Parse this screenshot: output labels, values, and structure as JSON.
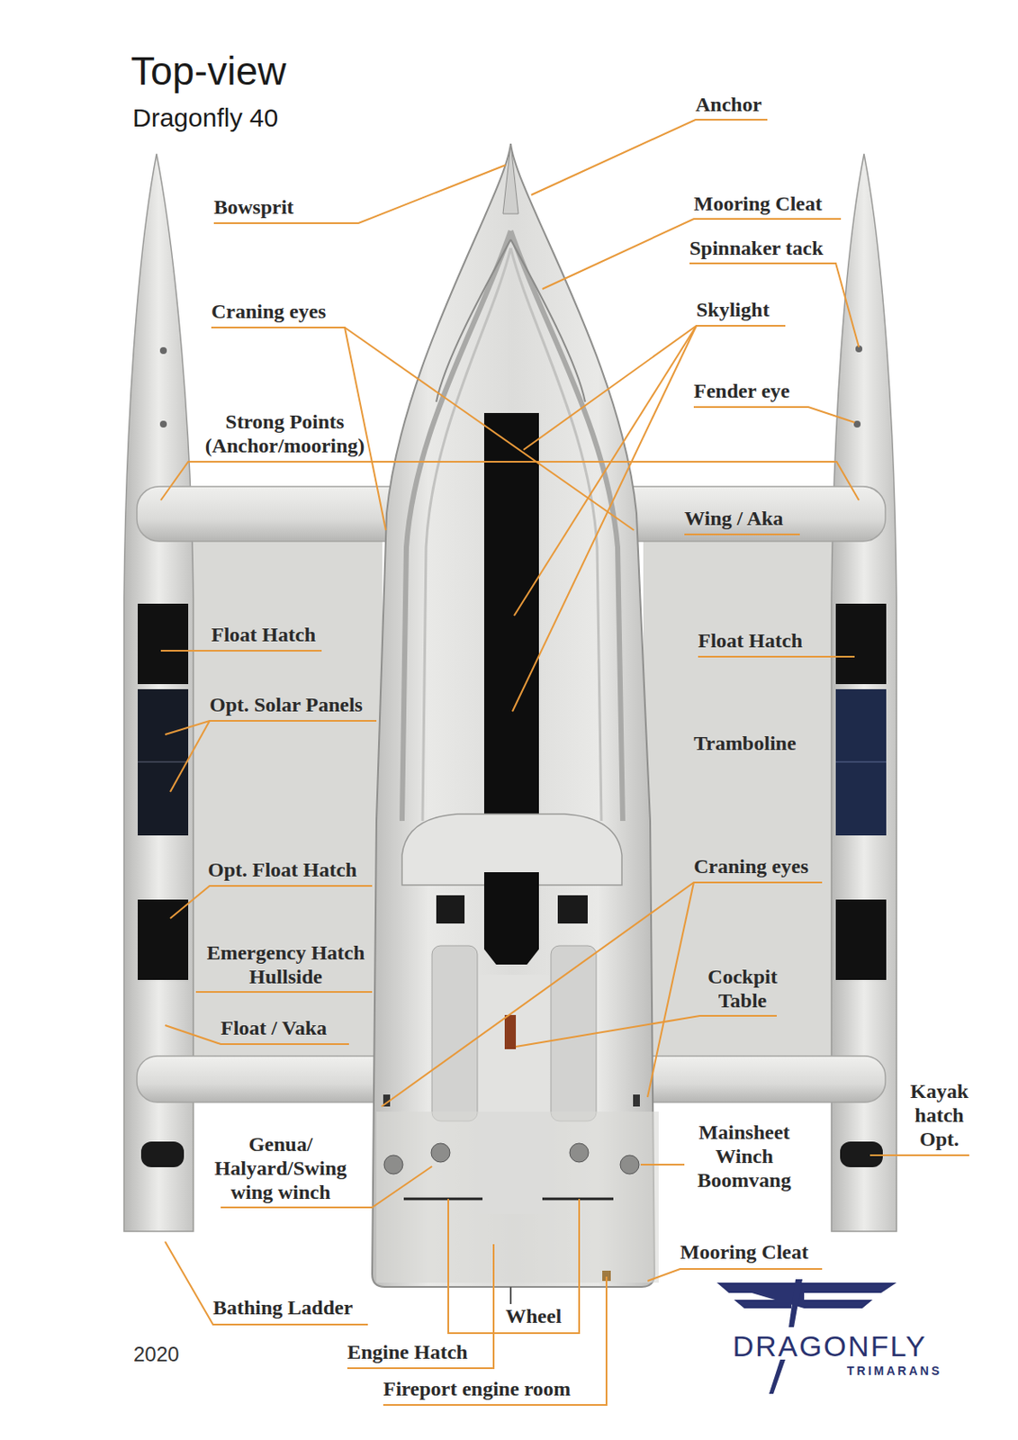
{
  "diagram": {
    "title": "Top-view",
    "labels": [
      "Dragonfly 40",
      "Anchor",
      "Bowsprit",
      "Mooring Cleat",
      "Spinnaker tack",
      "Craning eyes",
      "Skylight",
      "Fender eye",
      "Strong Points (Anchor/mooring)",
      "Wing / Aka",
      "Float Hatch",
      "Float Hatch",
      "Opt. Solar Panels",
      "Tramboline",
      "Opt. Float Hatch",
      "Craning eyes",
      "Emergency Hatch Hullside",
      "Cockpit Table",
      "Float / Vaka",
      "Kayak hatch Opt.",
      "Genua/ Halyard/Swing wing winch",
      "Mainsheet Winch Boomvang",
      "Mooring Cleat",
      "Bathing Ladder",
      "Wheel",
      "Engine Hatch",
      "Fireport engine room",
      "2020",
      "DRAGONFLY",
      "TRIMARANS"
    ]
  }
}
